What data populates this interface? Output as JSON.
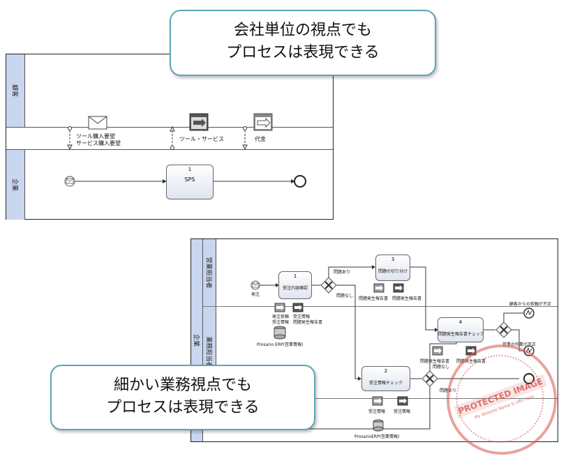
{
  "top_callout": {
    "line1": "会社単位の視点でも",
    "line2": "プロセスは表現できる"
  },
  "bottom_callout": {
    "line1": "細かい業務視点でも",
    "line2": "プロセスは表現できる"
  },
  "top_diagram": {
    "lane1": "顧客",
    "lane2": "企業",
    "msg1_line1": "ツール購入要望",
    "msg1_line2": "サービス購入要望",
    "msg2": "ツール・サービス",
    "msg3": "代金",
    "task_number": "1",
    "task_name": "SPS"
  },
  "bottom_diagram": {
    "pool": "企業",
    "lane1": "営業担当者",
    "lane2": "業務担当者",
    "start_label": "発注",
    "task1_number": "1",
    "task1_name": "受注内容確認",
    "task2_number": "2",
    "task2_name": "受注情報チェック",
    "task3_number": "3",
    "task3_name": "問題の切り分け",
    "task4_number": "4",
    "task4_name": "問題発生報告書チェック",
    "gw1_yes": "問題あり",
    "gw1_no": "問題なし",
    "gw2_no": "問題なし",
    "gw2_yes": "問題あり",
    "data_a1": "発注依頼",
    "data_a2": "受注情報",
    "data_b1": "受注情報",
    "data_b2": "問題発生報告書",
    "data_c1": "問題発生報告書",
    "data_c2": "問題発生報告書",
    "data_d1": "問題発生報告書",
    "data_d2": "問題発生報告書",
    "data_e1": "受注情報",
    "data_e2": "受注情報",
    "db1": "Prosario ERP(営業情報)",
    "db2": "ProsarioERP(営業情報)",
    "end1": "顧客からの依頼が不正",
    "end2": "営業の作業が不正"
  },
  "watermark": {
    "line1": "PROTECTED IMAGE",
    "line2": "My Website Name & URL Here"
  },
  "colors": {
    "lane_header": "#c9d6ef",
    "callout_border": "#5aa5b3",
    "stamp": "#d9534f"
  }
}
